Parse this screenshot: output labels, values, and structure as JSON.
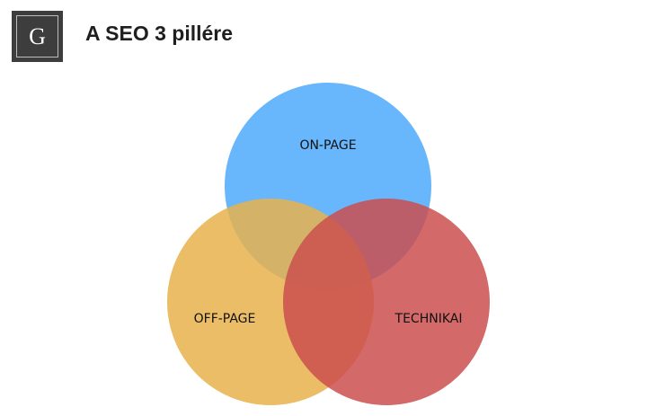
{
  "header": {
    "logo_letter": "G",
    "title": "A SEO 3 pillére"
  },
  "diagram": {
    "type": "venn",
    "sets": [
      {
        "id": "on-page",
        "label": "ON-PAGE",
        "color": "#4da9fc"
      },
      {
        "id": "off-page",
        "label": "OFF-PAGE",
        "color": "#e8b24c"
      },
      {
        "id": "technical",
        "label": "TECHNIKAI",
        "color": "#cb4f4f"
      }
    ]
  }
}
